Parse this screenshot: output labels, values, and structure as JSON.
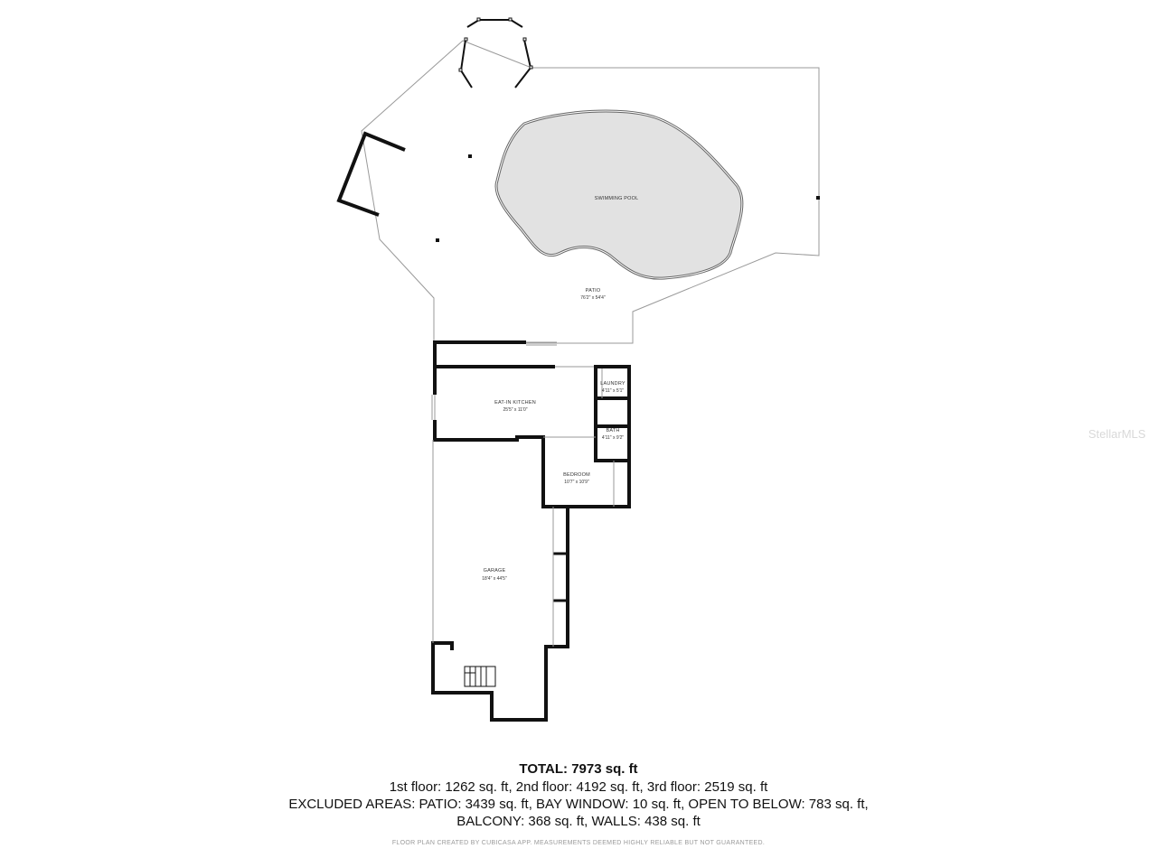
{
  "rooms": {
    "pool": {
      "name": "SWIMMING POOL"
    },
    "patio": {
      "name": "PATIO",
      "dims": "76'2\" x 54'4\""
    },
    "kitchen": {
      "name": "EAT-IN KITCHEN",
      "dims": "25'5\" x 11'0\""
    },
    "laundry": {
      "name": "LAUNDRY",
      "dims": "4'11\" x 5'1\""
    },
    "bath": {
      "name": "BATH",
      "dims": "4'11\" x 9'2\""
    },
    "bedroom": {
      "name": "BEDROOM",
      "dims": "10'7\" x 10'9\""
    },
    "garage": {
      "name": "GARAGE",
      "dims": "18'4\" x 44'5\""
    }
  },
  "summary": {
    "total": "TOTAL: 7973 sq. ft",
    "floors": "1st floor: 1262 sq. ft, 2nd floor: 4192 sq. ft, 3rd floor: 2519 sq. ft",
    "excluded_1": "EXCLUDED AREAS: PATIO: 3439 sq. ft, BAY WINDOW: 10 sq. ft, OPEN TO BELOW: 783 sq. ft,",
    "excluded_2": "BALCONY: 368 sq. ft, WALLS: 438 sq. ft"
  },
  "disclaimer": "FLOOR PLAN CREATED BY CUBICASA APP. MEASUREMENTS DEEMED HIGHLY RELIABLE BUT NOT GUARANTEED.",
  "watermark": "StellarMLS",
  "colors": {
    "wall": "#111111",
    "outline": "#9a9a9a",
    "pool_fill": "#e2e2e2"
  }
}
